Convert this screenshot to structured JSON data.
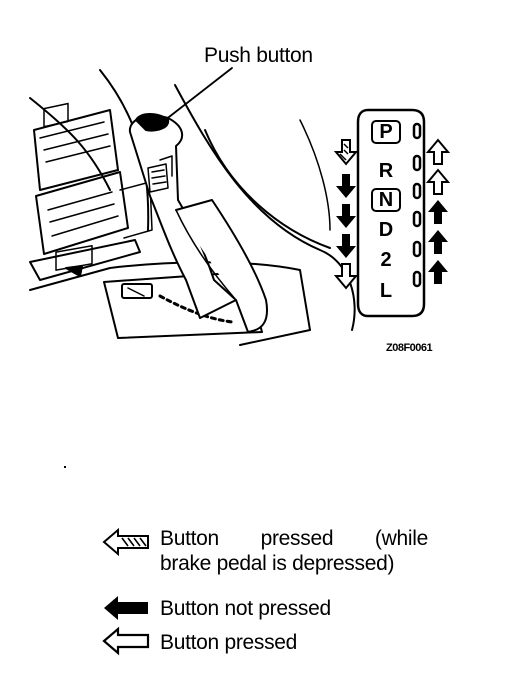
{
  "callout": {
    "push_button": "Push button"
  },
  "figure_code": "Z08F0061",
  "gate": {
    "positions": [
      "P",
      "R",
      "N",
      "D",
      "2",
      "L"
    ],
    "boxed": [
      "P",
      "N"
    ]
  },
  "legend": [
    {
      "icon": "hatched-arrow-icon",
      "text_line1": [
        "Button",
        "pressed",
        "(while"
      ],
      "text_line2": "brake pedal is depressed)"
    },
    {
      "icon": "solid-arrow-icon",
      "text": "Button not pressed"
    },
    {
      "icon": "outline-arrow-icon",
      "text": "Button pressed"
    }
  ]
}
